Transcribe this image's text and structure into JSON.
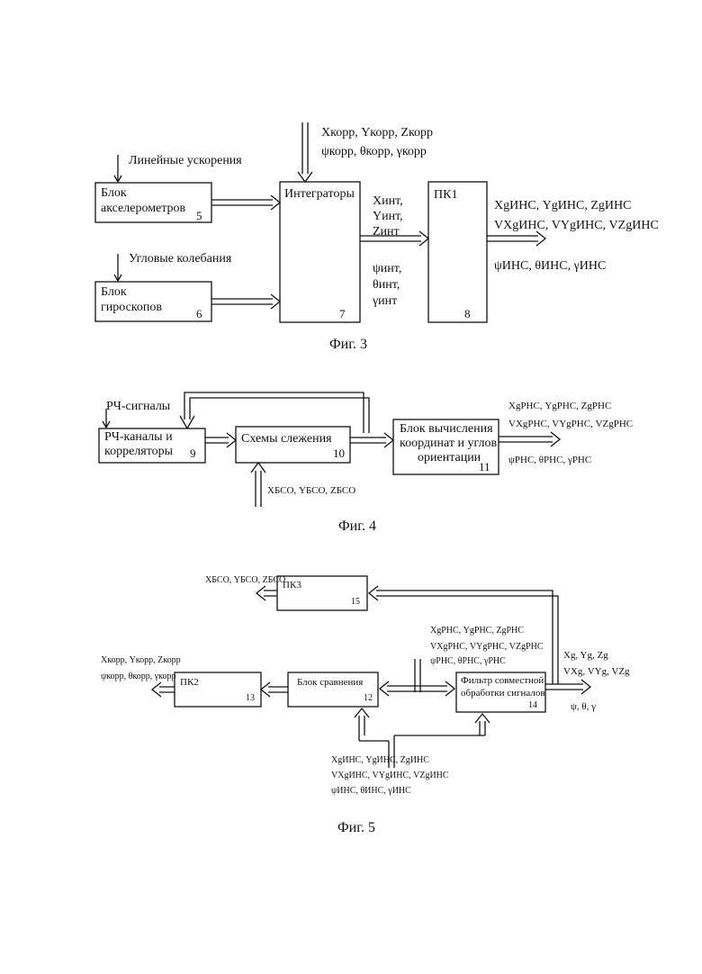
{
  "fig3": {
    "corr_in": {
      "line1": "Xкорр, Yкорр, Zкорр",
      "line2": "ψкорр, θкорр, γкорр"
    },
    "lin_acc": "Линейные ускорения",
    "accel": {
      "l1": "Блок",
      "l2": "акселерометров",
      "num": "5"
    },
    "ang_osc": "Угловые колебания",
    "gyro": {
      "l1": "Блок",
      "l2": "гироскопов",
      "num": "6"
    },
    "integr": {
      "label": "Интеграторы",
      "num": "7"
    },
    "int_out": {
      "x": "Xинт,",
      "y": "Yинт,",
      "z": "Zинт",
      "psi": "ψинт,",
      "theta": "θинт,",
      "gamma": "γинт"
    },
    "pk1": {
      "label": "ПК1",
      "num": "8"
    },
    "ins_out": {
      "l1": "XgИНС, YgИНС, ZgИНС",
      "l2": "VXgИНС, VYgИНС, VZgИНС",
      "l3": "ψИНС, θИНС, γИНС"
    },
    "caption": "Фиг. 3"
  },
  "fig4": {
    "rf_signals": "РЧ-сигналы",
    "rf": {
      "l1": "РЧ-каналы и",
      "l2": "корреляторы",
      "num": "9"
    },
    "track": {
      "label": "Схемы слежения",
      "num": "10"
    },
    "calc": {
      "l1": "Блок вычисления",
      "l2": "координат и углов",
      "l3": "ориентации",
      "num": "11"
    },
    "bso_in": "XБСО, YБСО, ZБСО",
    "rns_out": {
      "l1": "XgРНС, YgРНС, ZgРНС",
      "l2": "VXgРНС, VYgРНС, VZgРНС",
      "l3": "ψРНС, θРНС, γРНС"
    },
    "caption": "Фиг. 4"
  },
  "fig5": {
    "bso_out": "XБСО, YБСО, ZБСО",
    "pk3": {
      "label": "ПК3",
      "num": "15"
    },
    "rns_in": {
      "l1": "XgРНС, YgРНС, ZgРНС",
      "l2": "VXgРНС, VYgРНС, VZgРНС",
      "l3": "ψРНС, θРНС, γРНС"
    },
    "corr_out": {
      "l1": "Xкорр, Yкорр, Zкорр",
      "l2": "ψкорр, θкорр, γкорр"
    },
    "pk2": {
      "label": "ПК2",
      "num": "13"
    },
    "cmp": {
      "label": "Блок сравнения",
      "num": "12"
    },
    "filter": {
      "l1": "Фильтр совместной",
      "l2": "обработки сигналов",
      "num": "14"
    },
    "nav_out": {
      "l1": "Xg, Yg, Zg",
      "l2": "VXg, VYg, VZg",
      "l3": "ψ, θ, γ"
    },
    "ins_in": {
      "l1": "XgИНС, YgИНС, ZgИНС",
      "l2": "VXgИНС, VYgИНС, VZgИНС",
      "l3": "ψИНС, θИНС, γИНС"
    },
    "caption": "Фиг. 5"
  }
}
